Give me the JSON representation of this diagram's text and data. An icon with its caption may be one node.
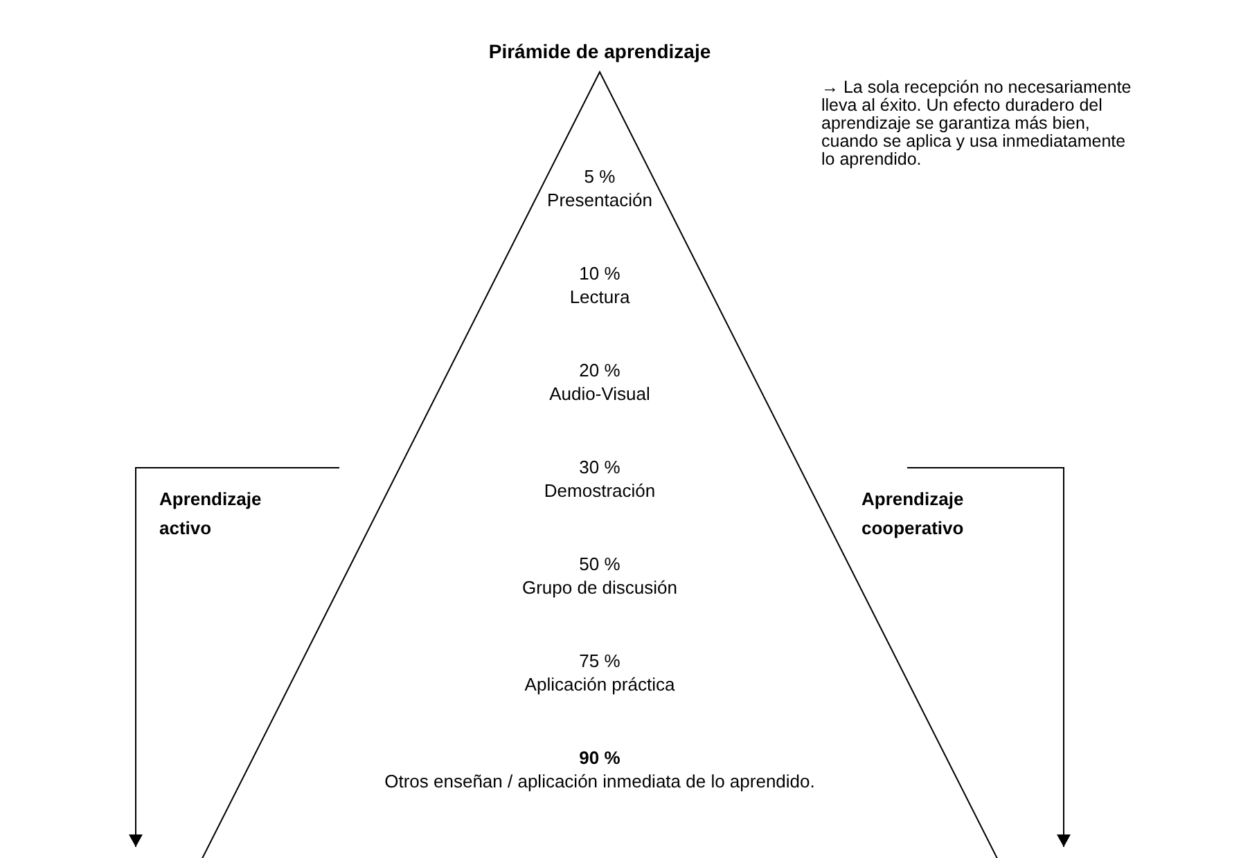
{
  "diagram": {
    "title": "Pirámide de aprendizaje",
    "nodes": [
      {
        "text": [
          "5 %",
          "Presentación",
          "10 %",
          "Lectura",
          "20 %",
          "Audio-Visual",
          "30 %",
          "Demostración",
          "50 %",
          "Grupo de discusión",
          "75 %",
          "Aplicación práctica",
          "90 %",
          "Otros enseñan / aplicación inmediata de lo aprendido."
        ]
      }
    ],
    "labels": [
      "→ La sola recepción no necesariamente lleva al éxito. Un efecto duradero del aprendizaje se garantiza más bien, cuando se aplica y usa inmediatamente lo aprendido.",
      "Aprendizaje activo",
      "Aprendizaje cooperativo"
    ]
  }
}
